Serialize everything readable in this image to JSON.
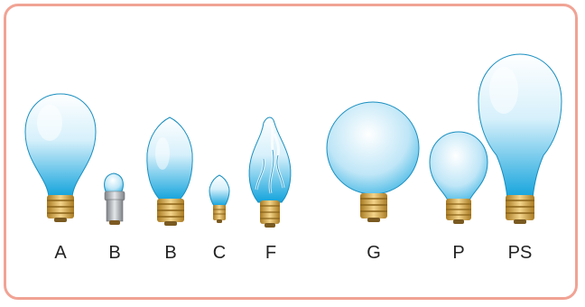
{
  "bulbs": [
    {
      "label": "A",
      "shape": "a-shape-bulb"
    },
    {
      "label": "B",
      "shape": "bayonet-base-bulb"
    },
    {
      "label": "B",
      "shape": "bullet-torpedo-bulb"
    },
    {
      "label": "C",
      "shape": "cone-bulb"
    },
    {
      "label": "F",
      "shape": "flame-bulb"
    },
    {
      "label": "G",
      "shape": "globe-bulb"
    },
    {
      "label": "P",
      "shape": "pear-bulb"
    },
    {
      "label": "PS",
      "shape": "pear-straight-bulb"
    }
  ],
  "colors": {
    "frame": "#f1a394",
    "glass_light": "#ffffff",
    "glass_dark": "#1aa8de",
    "base_gold": "#c99a3b",
    "base_silver": "#9ea3a8"
  }
}
